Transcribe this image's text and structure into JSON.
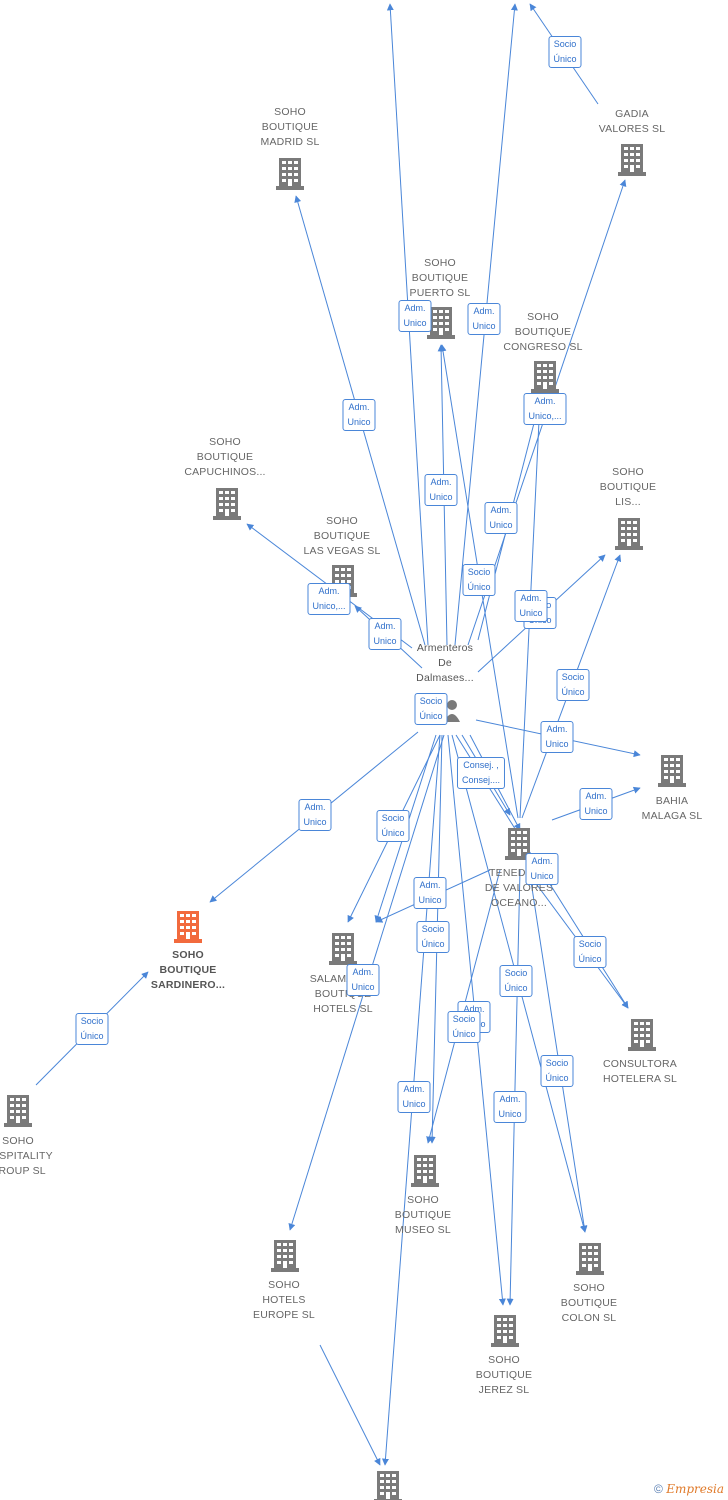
{
  "colors": {
    "edge": "#4a86d8",
    "building": "#7a7a7a",
    "highlight": "#f26a3d",
    "label_border": "#4a86d8"
  },
  "nodes": [
    {
      "id": "madrid",
      "label": [
        "SOHO",
        "BOUTIQUE",
        "MADRID SL"
      ],
      "icon": "building-icon"
    },
    {
      "id": "gadia",
      "label": [
        "GADIA",
        "VALORES SL"
      ],
      "icon": "building-icon"
    },
    {
      "id": "puerto",
      "label": [
        "SOHO",
        "BOUTIQUE",
        "PUERTO SL"
      ],
      "icon": "building-icon"
    },
    {
      "id": "congreso",
      "label": [
        "SOHO",
        "BOUTIQUE",
        "CONGRESO SL"
      ],
      "icon": "building-icon"
    },
    {
      "id": "capuchinos",
      "label": [
        "SOHO",
        "BOUTIQUE",
        "CAPUCHINOS..."
      ],
      "icon": "building-icon"
    },
    {
      "id": "lasvegas",
      "label": [
        "SOHO",
        "BOUTIQUE",
        "LAS VEGAS SL"
      ],
      "icon": "building-icon"
    },
    {
      "id": "lis",
      "label": [
        "SOHO",
        "BOUTIQUE",
        "LIS..."
      ],
      "icon": "building-icon"
    },
    {
      "id": "person",
      "label": [
        "Armenteros",
        "De",
        "Dalmases..."
      ],
      "icon": "person-icon"
    },
    {
      "id": "bahia",
      "label": [
        "BAHIA",
        "MALAGA SL"
      ],
      "icon": "building-icon"
    },
    {
      "id": "tenedora",
      "label": [
        "TENEDORA",
        "DE VALORES",
        "OCEANO..."
      ],
      "icon": "building-icon"
    },
    {
      "id": "sardinero",
      "label": [
        "SOHO",
        "BOUTIQUE",
        "SARDINERO..."
      ],
      "icon": "building-icon",
      "highlight": true
    },
    {
      "id": "salamanca",
      "label": [
        "SALAMANCA",
        "BOUTIQUE",
        "HOTELS SL"
      ],
      "icon": "building-icon"
    },
    {
      "id": "consultora",
      "label": [
        "CONSULTORA",
        "HOTELERA SL"
      ],
      "icon": "building-icon"
    },
    {
      "id": "hospitality",
      "label": [
        "SOHO",
        "HOSPITALITY",
        "GROUP SL"
      ],
      "icon": "building-icon"
    },
    {
      "id": "museo",
      "label": [
        "SOHO",
        "BOUTIQUE",
        "MUSEO SL"
      ],
      "icon": "building-icon"
    },
    {
      "id": "europe",
      "label": [
        "SOHO",
        "HOTELS",
        "EUROPE SL"
      ],
      "icon": "building-icon"
    },
    {
      "id": "colon",
      "label": [
        "SOHO",
        "BOUTIQUE",
        "COLON SL"
      ],
      "icon": "building-icon"
    },
    {
      "id": "jerez",
      "label": [
        "SOHO",
        "BOUTIQUE",
        "JEREZ SL"
      ],
      "icon": "building-icon"
    },
    {
      "id": "bottom",
      "label": [],
      "icon": "building-icon"
    }
  ],
  "edge_labels": [
    [
      "Socio",
      "Único"
    ],
    [
      "Adm.",
      "Unico"
    ],
    [
      "Adm.",
      "Unico"
    ],
    [
      "Adm.",
      "Unico"
    ],
    [
      "Adm.",
      "Unico,..."
    ],
    [
      "Adm.",
      "Unico"
    ],
    [
      "Adm.",
      "Unico"
    ],
    [
      "Socio",
      "Único"
    ],
    [
      "Adm.",
      "Unico,..."
    ],
    [
      "Adm.",
      "Unico"
    ],
    [
      "Socio",
      "Único"
    ],
    [
      "Adm.",
      "Unico"
    ],
    [
      "Socio",
      "Único"
    ],
    [
      "Socio",
      "Único"
    ],
    [
      "Adm.",
      "Unico"
    ],
    [
      "Consej. ,",
      "Consej...."
    ],
    [
      "Socio",
      "Único"
    ],
    [
      "Adm.",
      "Unico"
    ],
    [
      "Adm.",
      "Unico"
    ],
    [
      "Adm.",
      "Unico"
    ],
    [
      "Socio",
      "Único"
    ],
    [
      "Adm.",
      "Unico"
    ],
    [
      "Socio",
      "Único"
    ],
    [
      "Adm.",
      "Unico"
    ],
    [
      "Adm.",
      "Unico"
    ],
    [
      "Socio",
      "Único"
    ],
    [
      "Adm.",
      "Unico"
    ],
    [
      "Socio",
      "Único"
    ],
    [
      "Socio",
      "Único"
    ],
    [
      "Adm.",
      "Unico"
    ],
    [
      "Socio",
      "Único"
    ]
  ],
  "footer": {
    "copyright": "©",
    "brand": "Empresia"
  }
}
